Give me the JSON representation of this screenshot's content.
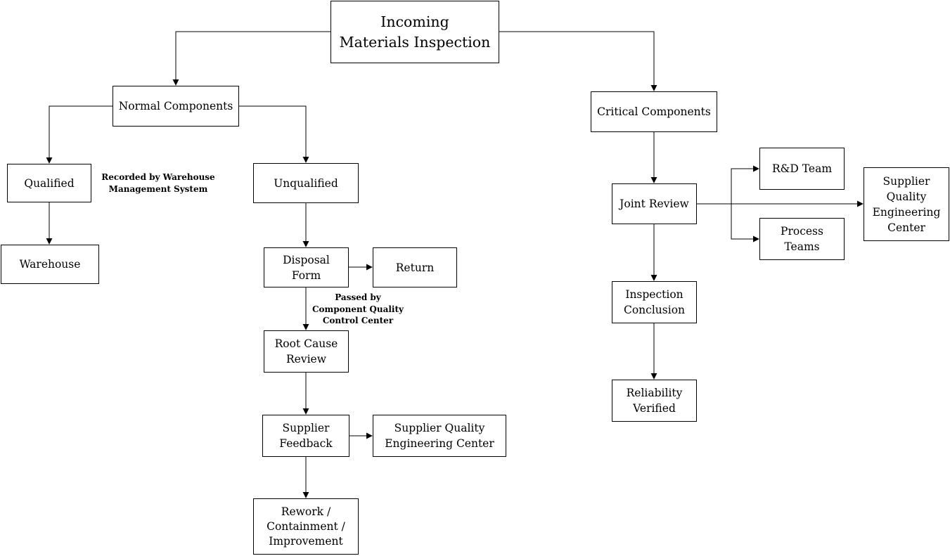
{
  "diagram": {
    "nodes": {
      "incoming": "Incoming\nMaterials Inspection",
      "normal": "Normal Components",
      "qualified": "Qualified",
      "unqualified": "Unqualified",
      "warehouse": "Warehouse",
      "disposal_form": "Disposal\nForm",
      "return": "Return",
      "root_cause": "Root Cause\nReview",
      "supplier_feedback": "Supplier\nFeedback",
      "supplier_quality_center_left": "Supplier Quality\nEngineering Center",
      "rework": "Rework /\nContainment /\nImprovement",
      "critical": "Critical Components",
      "joint_review": "Joint Review",
      "rd_team": "R&D Team",
      "process_teams": "Process\nTeams",
      "supplier_quality_center_right": "Supplier\nQuality\nEngineering\nCenter",
      "inspection_conclusion": "Inspection\nConclusion",
      "reliability_verified": "Reliability\nVerified"
    },
    "annotations": {
      "recorded_by": "Recorded by Warehouse\nManagement System",
      "passed_by": "Passed by\nComponent Quality\nControl Center"
    },
    "colors": {
      "line": "#000000",
      "box_border": "#000000",
      "box_fill": "#ffffff"
    }
  }
}
